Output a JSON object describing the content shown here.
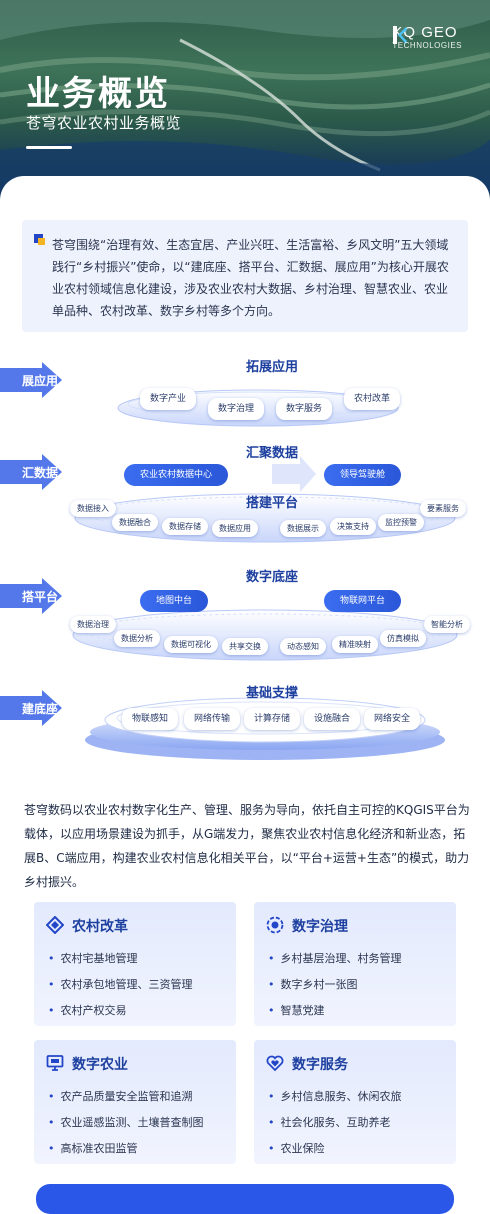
{
  "header": {
    "logo_name": "KQ GEO",
    "logo_sub": "TECHNOLOGIES",
    "title": "业务概览",
    "subtitle": "苍穹农业农村业务概览"
  },
  "intro": {
    "text": "苍穹围绕“治理有效、生态宜居、产业兴旺、生活富裕、乡风文明”五大领域践行“乡村振兴”使命，以“建底座、搭平台、汇数据、展应用”为核心开展农业农村领域信息化建设，涉及农业农村大数据、乡村治理、智慧农业、农业单品种、农村改革、数字乡村等多个方向。"
  },
  "diagram": {
    "arrows": [
      "展应用",
      "汇数据",
      "搭平台",
      "建底座"
    ],
    "layer1": {
      "title": "拓展应用",
      "items": [
        "数字产业",
        "数字治理",
        "数字服务",
        "农村改革"
      ]
    },
    "layer2": {
      "title": "汇聚数据",
      "left": "农业农村数据中心",
      "right": "领导驾驶舱"
    },
    "layer3": {
      "title": "搭建平台",
      "items": [
        "数据接入",
        "数据融合",
        "数据存储",
        "数据应用",
        "数据展示",
        "决策支持",
        "监控预警",
        "要素服务"
      ]
    },
    "layer4": {
      "title": "数字底座",
      "left": "地图中台",
      "right": "物联网平台",
      "items": [
        "数据治理",
        "数据分析",
        "数据可视化",
        "共享交换",
        "动态感知",
        "精准映射",
        "仿真模拟",
        "智能分析"
      ]
    },
    "layer5": {
      "title": "基础支撑",
      "items": [
        "物联感知",
        "网络传输",
        "计算存储",
        "设施融合",
        "网络安全"
      ]
    }
  },
  "summary": {
    "text": "苍穹数码以农业农村数字化生产、管理、服务为导向，依托自主可控的KQGIS平台为载体，以应用场景建设为抓手，从G端发力，聚焦农业农村信息化经济和新业态，拓展B、C端应用，构建农业农村信息化相关平台，以“平台+运营+生态”的模式，助力乡村振兴。"
  },
  "cards": [
    {
      "icon": "diamond-icon",
      "title": "农村改革",
      "items": [
        "农村宅基地管理",
        "农村承包地管理、三资管理",
        "农村产权交易"
      ]
    },
    {
      "icon": "target-icon",
      "title": "数字治理",
      "items": [
        "乡村基层治理、村务管理",
        "数字乡村一张图",
        "智慧党建"
      ]
    },
    {
      "icon": "monitor-icon",
      "title": "数字农业",
      "items": [
        "农产品质量安全监管和追溯",
        "农业遥感监测、土壤普查制图",
        "高标准农田监管"
      ]
    },
    {
      "icon": "heart-icon",
      "title": "数字服务",
      "items": [
        "乡村信息服务、休闲农旅",
        "社会化服务、互助养老",
        "农业保险"
      ]
    }
  ],
  "colors": {
    "accent": "#2346c8",
    "accent_light": "#eef2fd",
    "highlight": "#f4b324"
  }
}
